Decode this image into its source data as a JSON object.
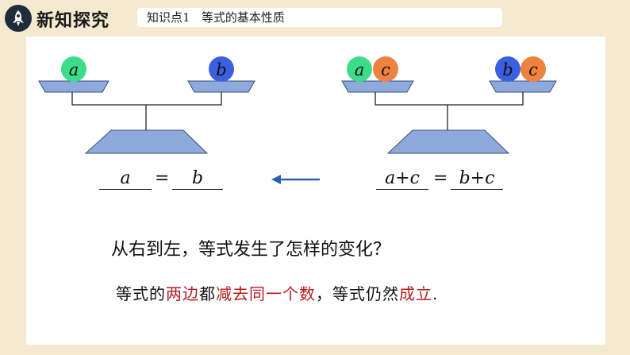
{
  "header": {
    "title": "新知探究",
    "icon": "rocket-icon",
    "topic": "知识点1   等式的基本性质"
  },
  "colors": {
    "background": "#f5e9cf",
    "ball_a": "#3ddc8a",
    "ball_b": "#3a5fe0",
    "ball_c": "#ee8240",
    "balance": "#8ea9db",
    "arrow": "#2e5fa8",
    "accent_red": "#b81c1c"
  },
  "left_balance": {
    "left_pan": [
      "a"
    ],
    "right_pan": [
      "b"
    ],
    "equation": {
      "lhs": "a",
      "sign": "=",
      "rhs": "b"
    }
  },
  "right_balance": {
    "left_pan": [
      "a",
      "c"
    ],
    "right_pan": [
      "b",
      "c"
    ],
    "equation": {
      "lhs": "a+c",
      "sign": "=",
      "rhs": "b+c"
    }
  },
  "arrow": {
    "direction": "left"
  },
  "question": "从右到左，等式发生了怎样的变化？",
  "conclusion": {
    "p1": "等式的",
    "p2": "两边",
    "p3": "都",
    "p4": "减去同一个数",
    "p5": "，等式仍然",
    "p6": "成立",
    "p7": "."
  }
}
